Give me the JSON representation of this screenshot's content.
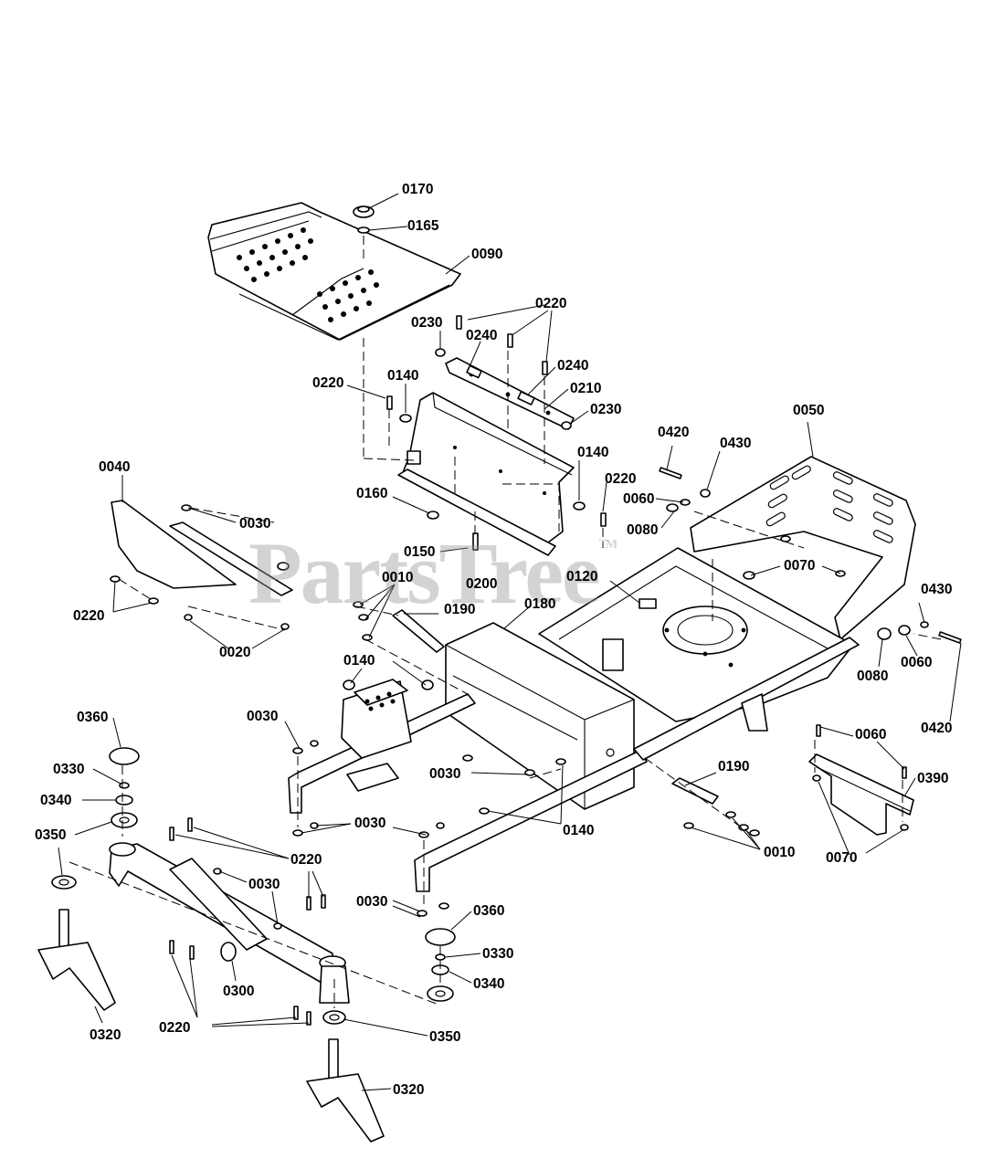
{
  "watermark": {
    "text": "PartsTree",
    "mark": "TM"
  },
  "callouts": {
    "c0010a": "0010",
    "c0010b": "0010",
    "c0020": "0020",
    "c0030a": "0030",
    "c0030b": "0030",
    "c0030c": "0030",
    "c0030d": "0030",
    "c0030e": "0030",
    "c0030f": "0030",
    "c0040": "0040",
    "c0050": "0050",
    "c0060a": "0060",
    "c0060b": "0060",
    "c0060c": "0060",
    "c0070a": "0070",
    "c0070b": "0070",
    "c0080a": "0080",
    "c0080b": "0080",
    "c0090": "0090",
    "c0120": "0120",
    "c0140a": "0140",
    "c0140b": "0140",
    "c0140c": "0140",
    "c0140d": "0140",
    "c0150": "0150",
    "c0160": "0160",
    "c0165": "0165",
    "c0170": "0170",
    "c0180": "0180",
    "c0190a": "0190",
    "c0190b": "0190",
    "c0200": "0200",
    "c0210": "0210",
    "c0220a": "0220",
    "c0220b": "0220",
    "c0220c": "0220",
    "c0220d": "0220",
    "c0220e": "0220",
    "c0220f": "0220",
    "c0230a": "0230",
    "c0230b": "0230",
    "c0240a": "0240",
    "c0240b": "0240",
    "c0300": "0300",
    "c0320a": "0320",
    "c0320b": "0320",
    "c0330a": "0330",
    "c0330b": "0330",
    "c0340a": "0340",
    "c0340b": "0340",
    "c0350a": "0350",
    "c0350b": "0350",
    "c0360a": "0360",
    "c0360b": "0360",
    "c0390": "0390",
    "c0420a": "0420",
    "c0420b": "0420",
    "c0430a": "0430",
    "c0430b": "0430"
  }
}
